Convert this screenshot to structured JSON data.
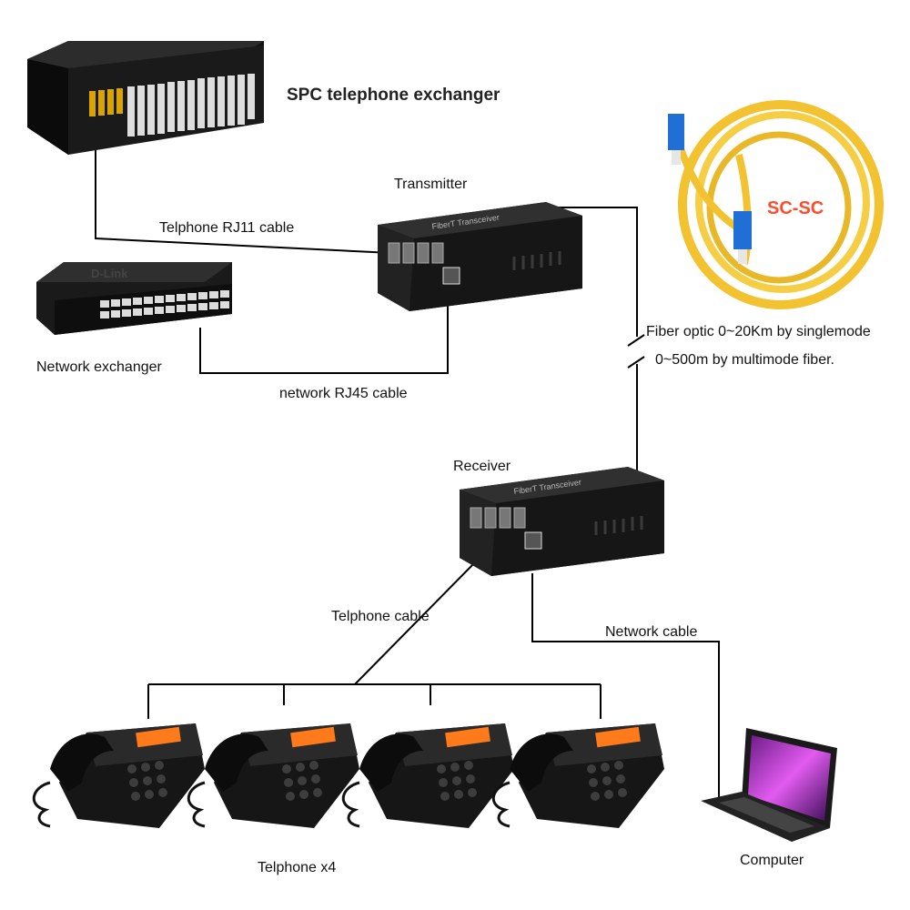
{
  "labels": {
    "spc": "SPC telephone exchanger",
    "transmitter": "Transmitter",
    "rj11": "Telphone RJ11 cable",
    "network_exchanger": "Network exchanger",
    "rj45": "network RJ45 cable",
    "fiber_single": "Fiber optic 0~20Km by singlemode",
    "fiber_multi": "0~500m by multimode fiber.",
    "receiver": "Receiver",
    "tel_cable": "Telphone cable",
    "net_cable": "Network cable",
    "telphone_x4": "Telphone x4",
    "computer": "Computer"
  },
  "devices": {
    "transceiver_brand": "FiberT Transceiver",
    "switch_brand": "D-Link",
    "connector": "SC-SC"
  },
  "colors": {
    "device_dark": "#1c1c1c",
    "device_face": "#2a2a2a",
    "cable_yellow": "#f2c230",
    "connector_blue": "#1f6fd6",
    "connector_label": "#ff4b2b",
    "card_yellow": "#d9a300",
    "phone_display": "#ff7a1a",
    "screen_pink": "#d24be0",
    "line": "#000000"
  }
}
